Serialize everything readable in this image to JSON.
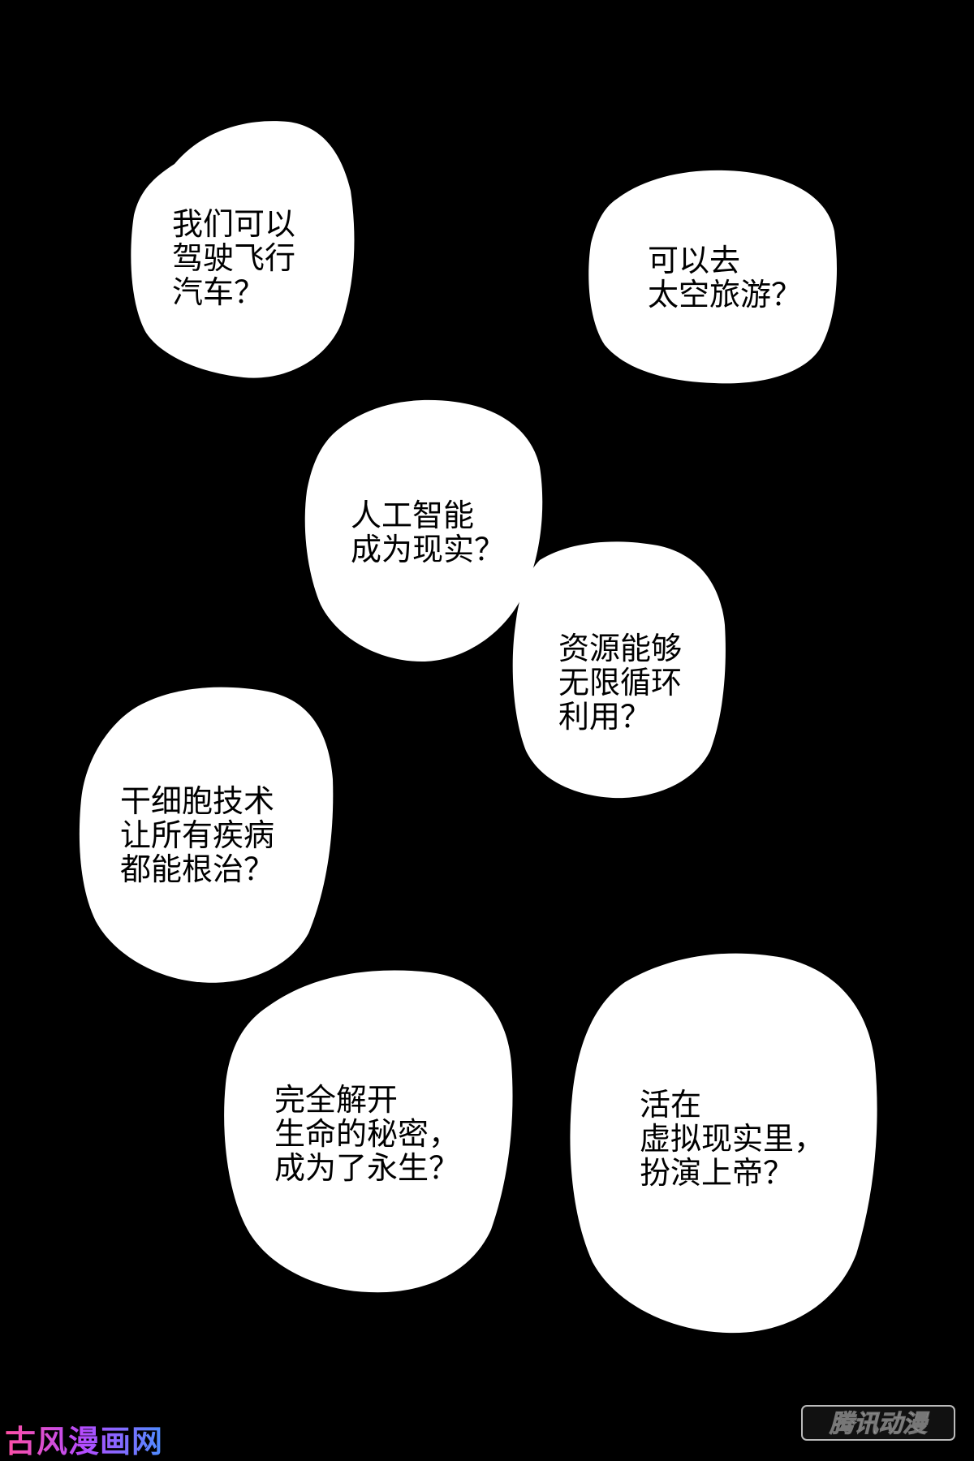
{
  "bubbles": [
    {
      "lines": [
        "我们可以",
        "驾驶飞行",
        "汽车？"
      ]
    },
    {
      "lines": [
        "可以去",
        "太空旅游？"
      ]
    },
    {
      "lines": [
        "人工智能",
        "成为现实？"
      ]
    },
    {
      "lines": [
        "资源能够",
        "无限循环",
        "利用？"
      ]
    },
    {
      "lines": [
        "干细胞技术",
        "让所有疾病",
        "都能根治？"
      ]
    },
    {
      "lines": [
        "完全解开",
        "生命的秘密，",
        "成为了永生？"
      ]
    },
    {
      "lines": [
        "活在",
        "虚拟现实里，",
        "扮演上帝？"
      ]
    }
  ],
  "watermark": {
    "site_label": "古风漫画网",
    "publisher_logo": "腾讯动漫"
  },
  "colors": {
    "background": "#000000",
    "bubble": "#ffffff",
    "text": "#000000"
  }
}
